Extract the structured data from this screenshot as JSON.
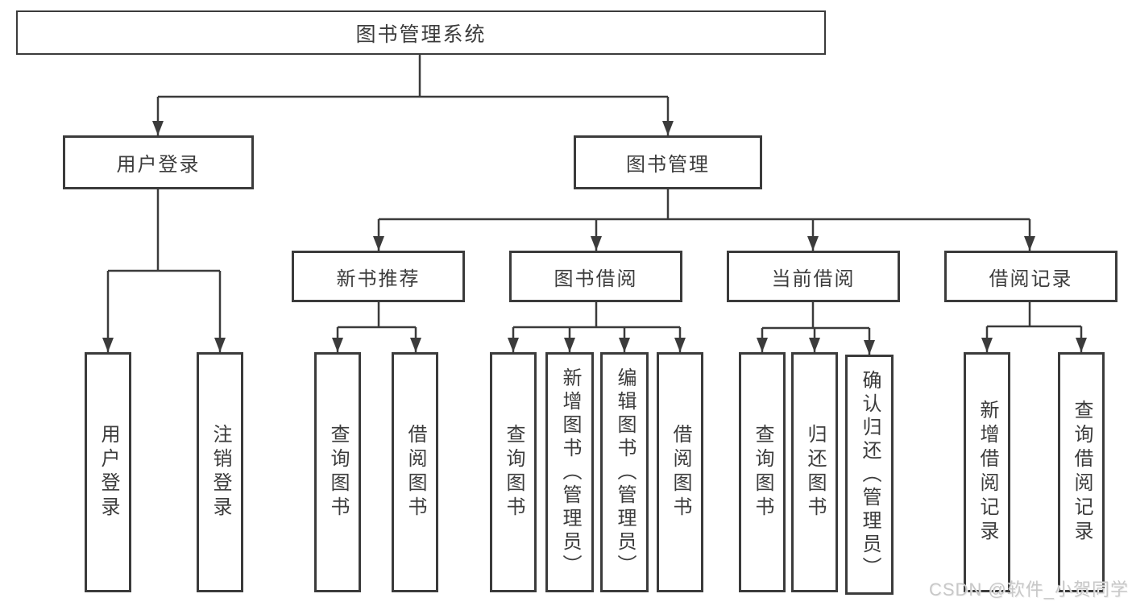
{
  "tree": {
    "label": "图书管理系统",
    "children": [
      {
        "label": "用户登录",
        "children": [
          {
            "label": "用户登录"
          },
          {
            "label": "注销登录"
          }
        ]
      },
      {
        "label": "图书管理",
        "children": [
          {
            "label": "新书推荐",
            "children": [
              {
                "label": "查询图书"
              },
              {
                "label": "借阅图书"
              }
            ]
          },
          {
            "label": "图书借阅",
            "children": [
              {
                "label": "查询图书"
              },
              {
                "label": "新增图书（管理员）"
              },
              {
                "label": "编辑图书（管理员）"
              },
              {
                "label": "借阅图书"
              }
            ]
          },
          {
            "label": "当前借阅",
            "children": [
              {
                "label": "查询图书"
              },
              {
                "label": "归还图书"
              },
              {
                "label": "确认归还（管理员）"
              }
            ]
          },
          {
            "label": "借阅记录",
            "children": [
              {
                "label": "新增借阅记录"
              },
              {
                "label": "查询借阅记录"
              }
            ]
          }
        ]
      }
    ]
  },
  "watermark": "CSDN @软件_小贺同学",
  "colors": {
    "line": "#3b3b3b",
    "text": "#3c3c3c",
    "background": "#ffffff",
    "watermark": "#c8c8c8"
  }
}
